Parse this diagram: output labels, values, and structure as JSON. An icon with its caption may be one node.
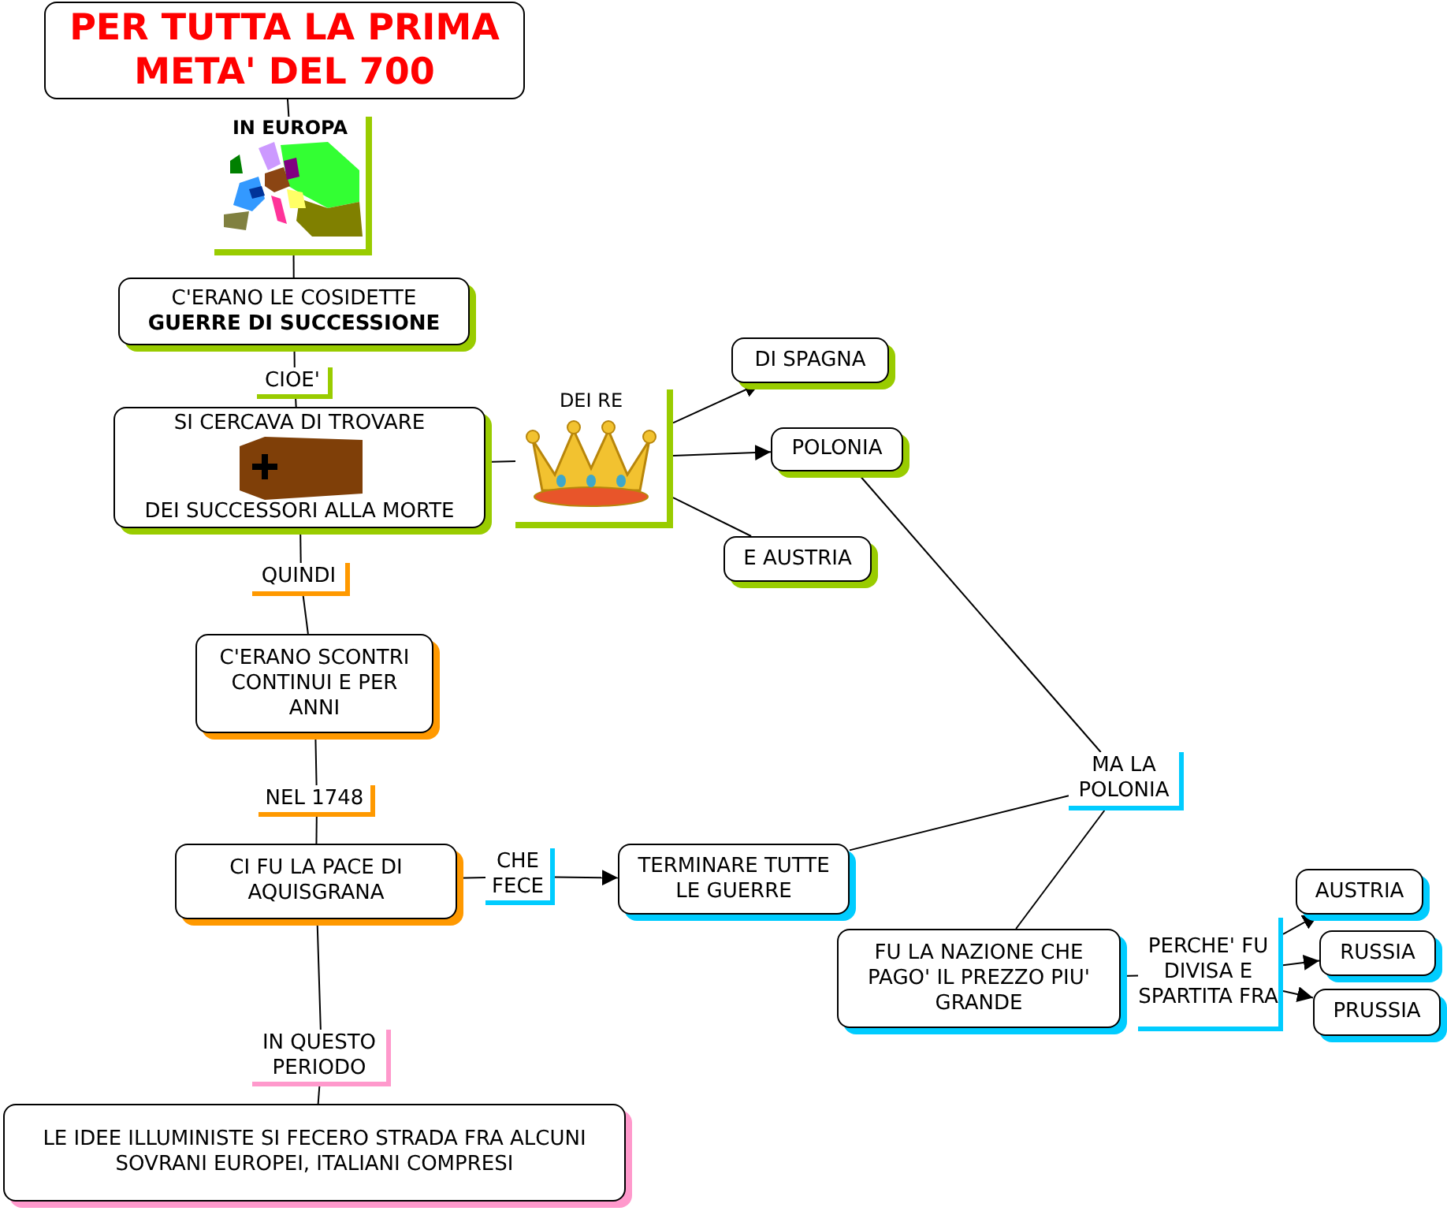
{
  "diagram": {
    "nodes": [
      {
        "text": [
          "PER TUTTA LA PRIMA META' DEL 700"
        ]
      },
      {
        "text": [
          "IN EUROPA"
        ]
      },
      {
        "text": [
          "C'ERANO LE COSIDETTE **GUERRE DI SUCCESSIONE**"
        ]
      },
      {
        "text": [
          "CIOE'"
        ]
      },
      {
        "text": [
          "SI CERCAVA DI TROVARE",
          "DEI SUCCESSORI ALLA MORTE"
        ]
      },
      {
        "text": [
          "DEI RE"
        ]
      },
      {
        "text": [
          "DI SPAGNA"
        ]
      },
      {
        "text": [
          "POLONIA"
        ]
      },
      {
        "text": [
          "E AUSTRIA"
        ]
      },
      {
        "text": [
          "QUINDI"
        ]
      },
      {
        "text": [
          "C'ERANO SCONTRI CONTINUI E PER ANNI"
        ]
      },
      {
        "text": [
          "NEL 1748"
        ]
      },
      {
        "text": [
          "CI FU LA PACE DI AQUISGRANA"
        ]
      },
      {
        "text": [
          "CHE FECE"
        ]
      },
      {
        "text": [
          "TERMINARE TUTTE LE GUERRE"
        ]
      },
      {
        "text": [
          "MA LA POLONIA"
        ]
      },
      {
        "text": [
          "FU LA NAZIONE CHE PAGO' IL PREZZO PIU' GRANDE"
        ]
      },
      {
        "text": [
          "PERCHE' FU DIVISA E SPARTITA FRA"
        ]
      },
      {
        "text": [
          "AUSTRIA"
        ]
      },
      {
        "text": [
          "RUSSIA"
        ]
      },
      {
        "text": [
          "PRUSSIA"
        ]
      },
      {
        "text": [
          "IN QUESTO PERIODO"
        ]
      },
      {
        "text": [
          "LE IDEE ILLUMINISTE SI FECERO STRADA FRA ALCUNI SOVRANI EUROPEI, ITALIANI COMPRESI"
        ]
      }
    ],
    "edges": [
      {
        "from": 0,
        "to": 1,
        "arrow": "none"
      },
      {
        "from": 1,
        "to": 2,
        "arrow": "none"
      },
      {
        "from": 2,
        "to": 3,
        "arrow": "none"
      },
      {
        "from": 3,
        "to": 4,
        "arrow": "none"
      },
      {
        "from": 4,
        "to": 5,
        "arrow": "none"
      },
      {
        "from": 5,
        "to": 6,
        "arrow": "to"
      },
      {
        "from": 5,
        "to": 7,
        "arrow": "to"
      },
      {
        "from": 5,
        "to": 8,
        "arrow": "none"
      },
      {
        "from": 4,
        "to": 9,
        "arrow": "none"
      },
      {
        "from": 9,
        "to": 10,
        "arrow": "none"
      },
      {
        "from": 10,
        "to": 11,
        "arrow": "none"
      },
      {
        "from": 11,
        "to": 12,
        "arrow": "none"
      },
      {
        "from": 12,
        "to": 13,
        "arrow": "none"
      },
      {
        "from": 13,
        "to": 14,
        "arrow": "to"
      },
      {
        "from": 14,
        "to": 15,
        "arrow": "none"
      },
      {
        "from": 7,
        "to": 15,
        "arrow": "none"
      },
      {
        "from": 15,
        "to": 16,
        "arrow": "none"
      },
      {
        "from": 16,
        "to": 17,
        "arrow": "none"
      },
      {
        "from": 17,
        "to": 18,
        "arrow": "to"
      },
      {
        "from": 17,
        "to": 19,
        "arrow": "to"
      },
      {
        "from": 17,
        "to": 20,
        "arrow": "to"
      },
      {
        "from": 12,
        "to": 21,
        "arrow": "none"
      },
      {
        "from": 21,
        "to": 22,
        "arrow": "none"
      }
    ]
  }
}
